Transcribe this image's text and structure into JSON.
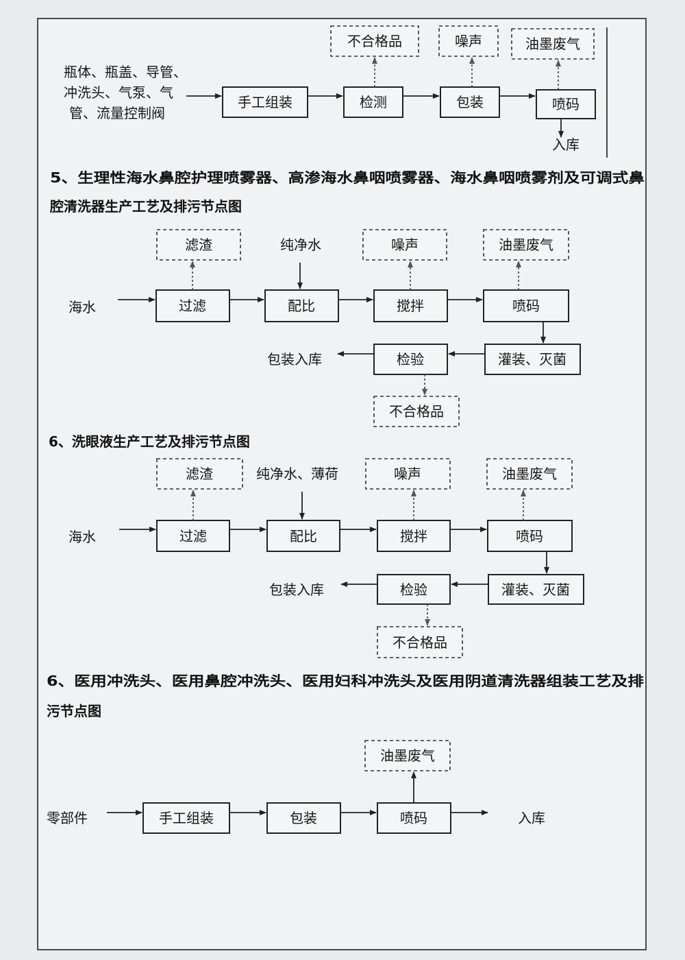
{
  "sec4": {
    "inputs": [
      "瓶体、瓶盖、导管、",
      "冲洗头、气泵、气",
      "管、流量控制阀"
    ],
    "assemble": "手工组装",
    "inspect": "检测",
    "pack": "包装",
    "print": "喷码",
    "store": "入库",
    "reject": "不合格品",
    "noise": "噪声",
    "ink": "油墨废气"
  },
  "sec5": {
    "heading_line1": "5、生理性海水鼻腔护理喷雾器、高渗海水鼻咽喷雾器、海水鼻咽喷雾剂及可调式鼻",
    "heading_line2": "腔清洗器生产工艺及排污节点图",
    "residue": "滤渣",
    "water_in": "纯净水",
    "noise": "噪声",
    "ink": "油墨废气",
    "seawater": "海水",
    "filter": "过滤",
    "mix": "配比",
    "stir": "搅拌",
    "print": "喷码",
    "fill": "灌装、灭菌",
    "check": "检验",
    "out": "包装入库",
    "reject": "不合格品"
  },
  "sec6a": {
    "heading": "6、洗眼液生产工艺及排污节点图",
    "residue": "滤渣",
    "water_in": "纯净水、薄荷",
    "noise": "噪声",
    "ink": "油墨废气",
    "seawater": "海水",
    "filter": "过滤",
    "mix": "配比",
    "stir": "搅拌",
    "print": "喷码",
    "fill": "灌装、灭菌",
    "check": "检验",
    "out": "包装入库",
    "reject": "不合格品"
  },
  "sec6b": {
    "heading_line1": "6、医用冲洗头、医用鼻腔冲洗头、医用妇科冲洗头及医用阴道清洗器组装工艺及排",
    "heading_line2": "污节点图",
    "ink": "油墨废气",
    "parts": "零部件",
    "assemble": "手工组装",
    "pack": "包装",
    "print": "喷码",
    "store": "入库"
  }
}
